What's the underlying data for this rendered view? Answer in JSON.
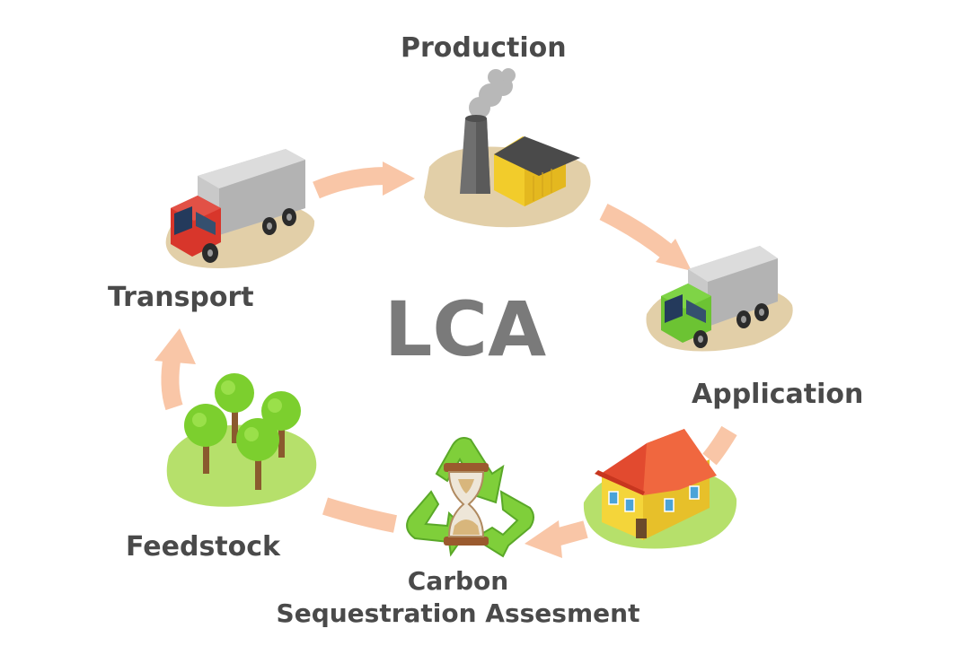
{
  "diagram": {
    "center_label": "LCA",
    "stages": {
      "production": "Production",
      "application": "Application",
      "carbon_line1": "Carbon",
      "carbon_line2": "Sequestration Assesment",
      "feedstock": "Feedstock",
      "transport": "Transport"
    },
    "arrow_color": "#f9c6a7"
  }
}
